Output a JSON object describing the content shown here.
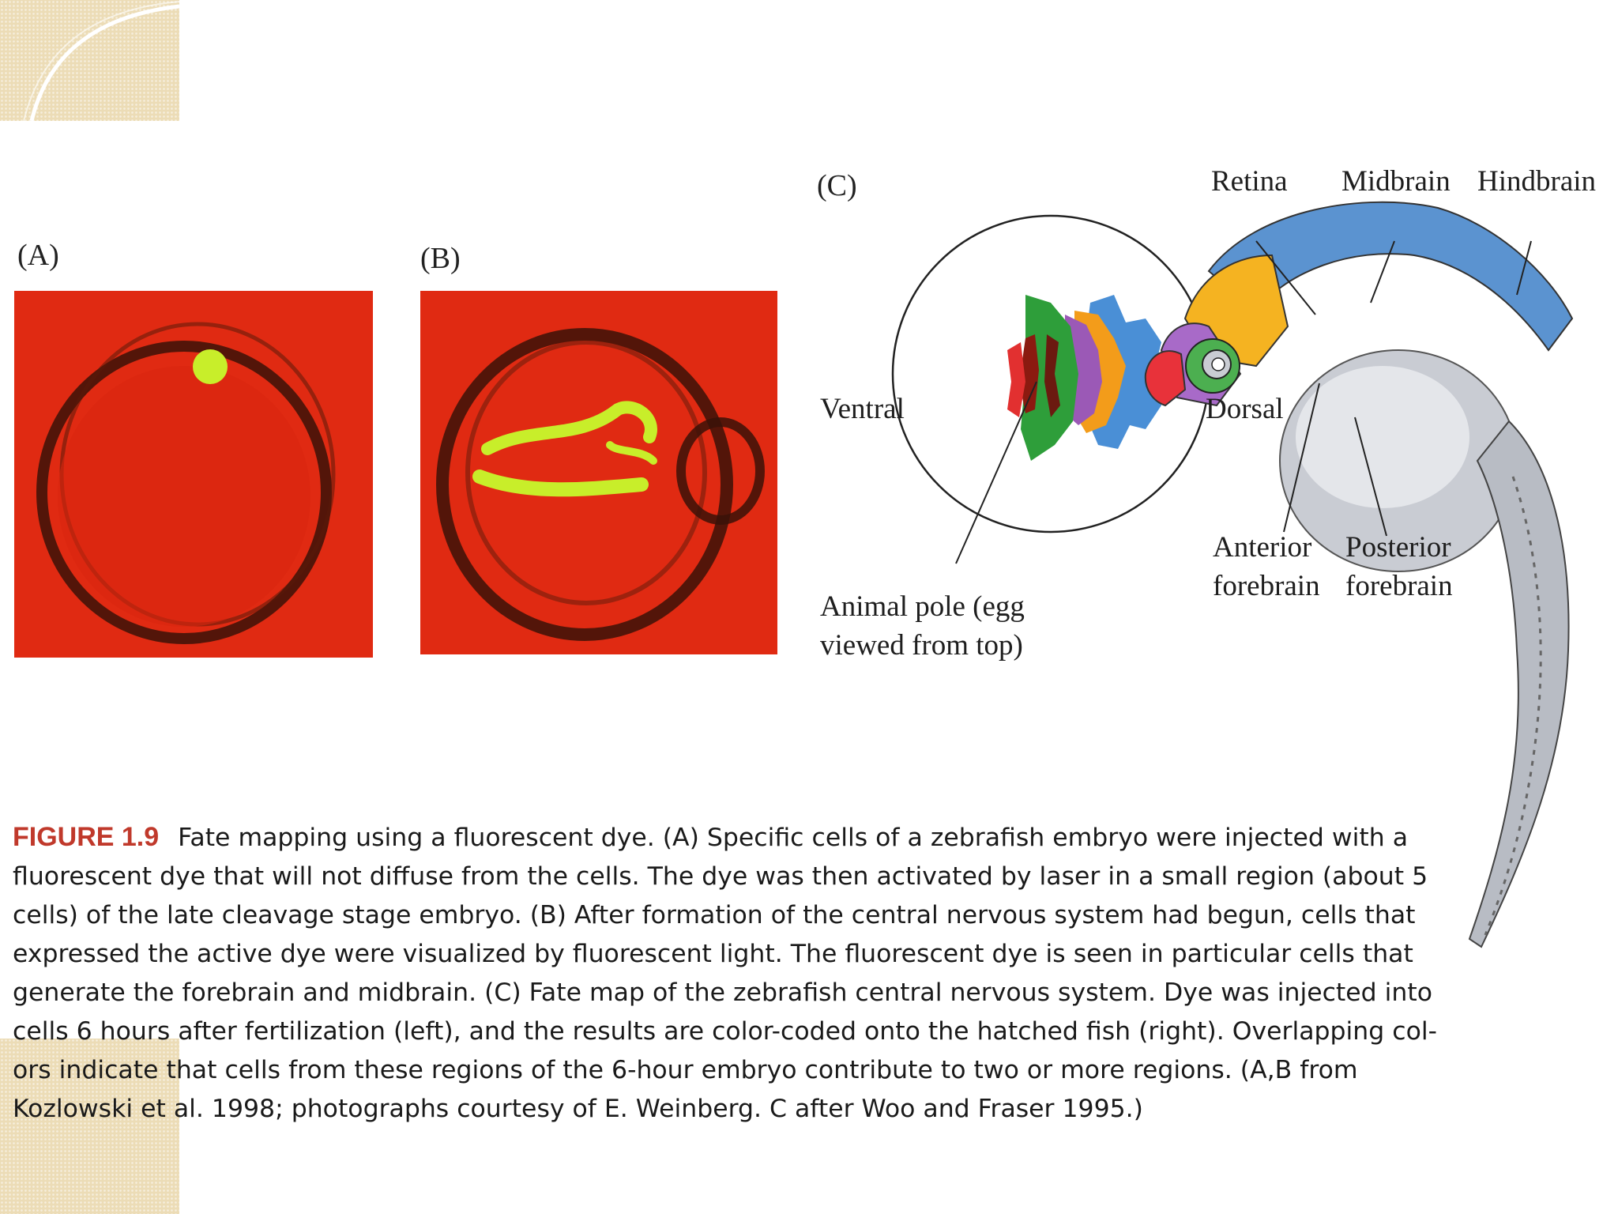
{
  "panels": {
    "a_label": "(A)",
    "b_label": "(B)",
    "c_label": "(C)"
  },
  "diagram_labels": {
    "ventral": "Ventral",
    "dorsal": "Dorsal",
    "animal_pole_line1": "Animal pole (egg",
    "animal_pole_line2": "viewed from top)",
    "retina": "Retina",
    "midbrain": "Midbrain",
    "hindbrain": "Hindbrain",
    "anterior": "Anterior",
    "anterior_sub": "forebrain",
    "posterior": "Posterior",
    "posterior_sub": "forebrain"
  },
  "caption": {
    "figure_number": "FIGURE 1.9",
    "lines": [
      "Fate mapping using a fluorescent dye. (A) Specific cells of a zebrafish embryo were injected with a",
      "fluorescent dye that will not diffuse from the cells. The dye was then activated by laser in a small region (about 5",
      "cells) of the late cleavage stage embryo. (B) After formation of the central nervous system had begun, cells that",
      "expressed the active dye were visualized by fluorescent light. The fluorescent dye is seen in particular cells that",
      "generate the forebrain and midbrain. (C) Fate map of the zebrafish central nervous system. Dye was injected into",
      "cells 6 hours after fertilization (left), and the results are color-coded onto the hatched fish (right). Overlapping col-",
      "ors indicate that cells from these regions of the 6-hour embryo contribute to two or more regions. (A,B from",
      "Kozlowski et al. 1998; photographs courtesy of E. Weinberg. C after Woo and Fraser 1995.)"
    ]
  },
  "colors": {
    "photo_background": "#e02a12",
    "fluorescent_dye": "#c8ee2a",
    "figure_title": "#c0392b",
    "slide_decoration": "#ecdcb6"
  }
}
